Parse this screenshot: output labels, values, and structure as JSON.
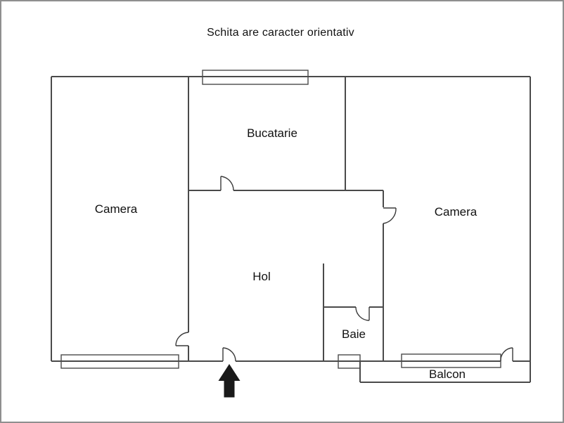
{
  "title": "Schita are caracter orientativ",
  "rooms": {
    "camera_left": {
      "label": "Camera"
    },
    "bucatarie": {
      "label": "Bucatarie"
    },
    "camera_right": {
      "label": "Camera"
    },
    "hol": {
      "label": "Hol"
    },
    "baie": {
      "label": "Baie"
    },
    "balcon": {
      "label": "Balcon"
    }
  },
  "icons": {
    "entrance_arrow": "up-arrow"
  },
  "colors": {
    "wall": "#4a4a4a",
    "door": "#3a3a3a",
    "window": "#4a4a4a",
    "text": "#111111",
    "arrow": "#1a1a1a",
    "canvas_border": "#8f8f8f",
    "background": "#ffffff"
  }
}
